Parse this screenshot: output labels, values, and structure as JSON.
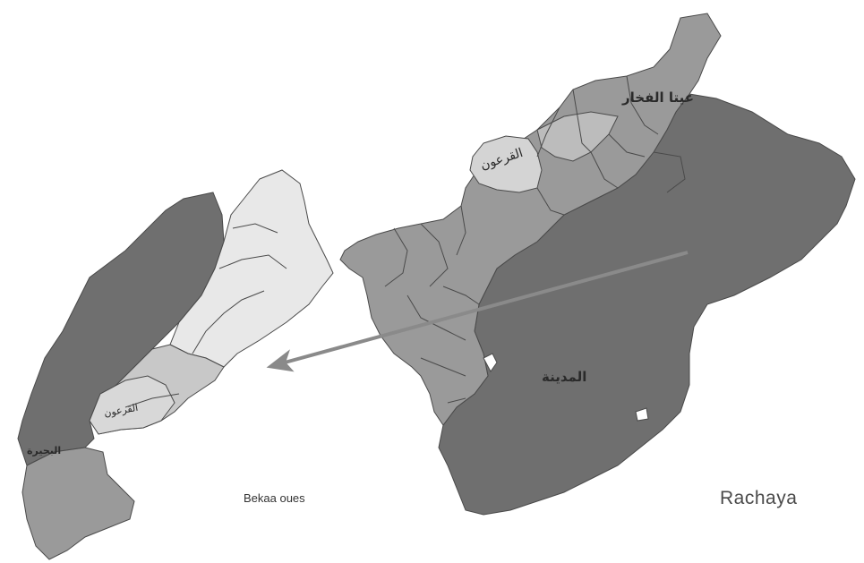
{
  "labels": {
    "anjar": "عيتا الفخار",
    "qaroun_right": "القرعون",
    "mdina": "المدينة",
    "qaroun_left": "القرعون",
    "bhayra": "البحيرة",
    "bekaa": "Bekaa oues",
    "rachaya": "Rachaya"
  },
  "colors": {
    "dark": "#6f6f6f",
    "medium": "#9a9a9a",
    "light": "#c4c4c4",
    "very_light": "#e6e6e6",
    "arrow": "#8a8a8a",
    "border": "#4a4a4a"
  }
}
